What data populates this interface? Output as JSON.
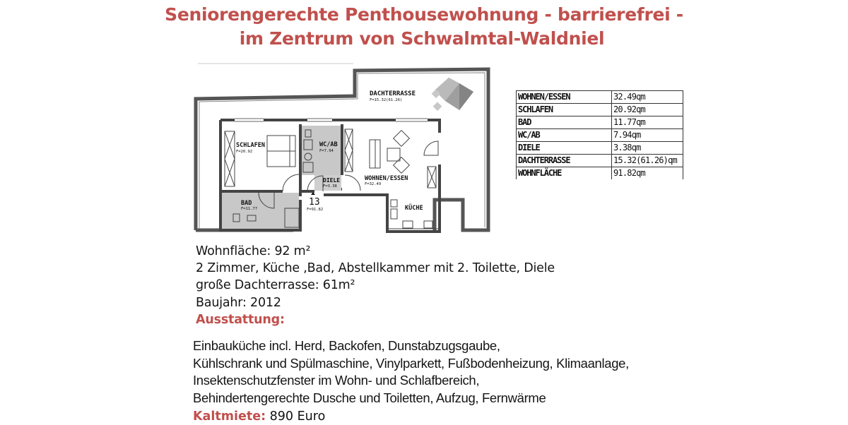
{
  "header": {
    "title_line1": "Seniorengerechte Penthousewohnung - barrierefrei -",
    "title_line2": "im Zentrum von Schwalmtal-Waldniel",
    "title_color": "#c0504d"
  },
  "floorplan": {
    "rooms": [
      {
        "name": "DACHTERRASSE",
        "area_label": "F=15.32(61.26)"
      },
      {
        "name": "SCHLAFEN",
        "area_label": "F=20.92"
      },
      {
        "name": "WC/AB",
        "area_label": "F=7.94"
      },
      {
        "name": "WOHNEN/ESSEN",
        "area_label": "F=32.49"
      },
      {
        "name": "DIELE",
        "area_label": "F=3.38"
      },
      {
        "name": "BAD",
        "area_label": "F=11.77"
      },
      {
        "name": "KÜCHE",
        "area_label": ""
      }
    ],
    "unit_number": "13",
    "unit_area_label": "F=91.82"
  },
  "room_table": {
    "rows": [
      {
        "name": "WOHNEN/ESSEN",
        "area": "32.49qm"
      },
      {
        "name": "SCHLAFEN",
        "area": "20.92qm"
      },
      {
        "name": "BAD",
        "area": "11.77qm"
      },
      {
        "name": "WC/AB",
        "area": "7.94qm"
      },
      {
        "name": "DIELE",
        "area": "3.38qm"
      },
      {
        "name": "DACHTERRASSE",
        "area": "15.32(61.26)qm"
      },
      {
        "name": "WOHNFLÄCHE",
        "area": "91.82qm"
      }
    ]
  },
  "details": {
    "wohnflaeche": "Wohnfläche: 92 m²",
    "zimmer": "2 Zimmer, Küche ,Bad, Abstellkammer mit 2. Toilette, Diele",
    "dachterrasse": "große Dachterrasse: 61m²",
    "baujahr": "Baujahr: 2012",
    "ausstattung_heading": "Ausstattung:",
    "ausstattung_lines": [
      "Einbauküche incl. Herd, Backofen, Dunstabzugsgaube,",
      "Kühlschrank und Spülmaschine, Vinylparkett, Fußbodenheizung, Klimaanlage,",
      "Insektenschutzfenster im Wohn- und Schlafbereich,",
      "Behindertengerechte Dusche und Toiletten, Aufzug, Fernwärme"
    ],
    "kaltmiete_label": "Kaltmiete:",
    "kaltmiete_value": " 890 Euro"
  }
}
